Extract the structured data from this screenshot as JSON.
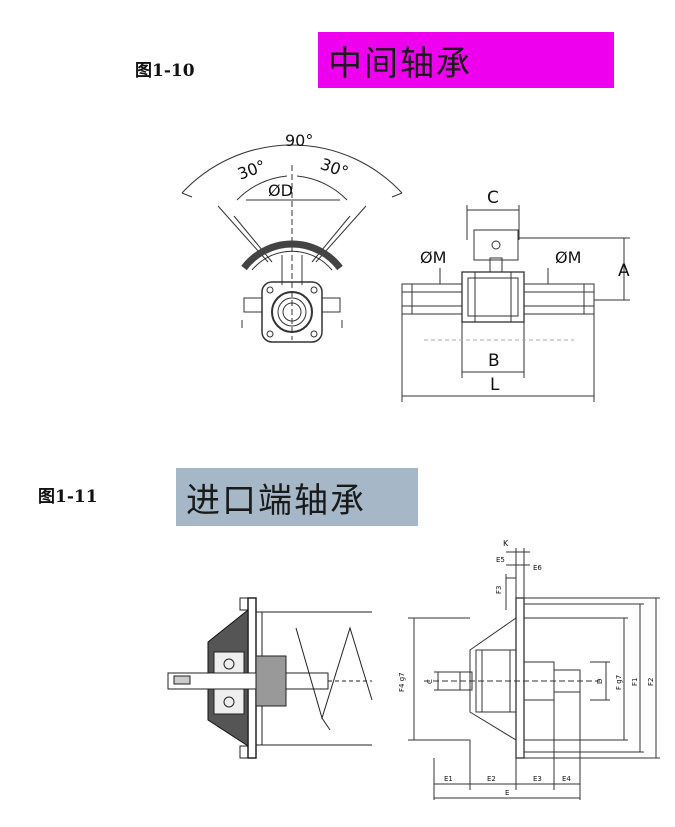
{
  "fig_1_10": {
    "caption": "图1-10",
    "title": "中间轴承",
    "title_bg": "#ee00ee",
    "angle_total": "90°",
    "angle_left": "30°",
    "angle_right": "30°",
    "dim_d": "ØD",
    "dim_c": "C",
    "dim_m_left": "ØM",
    "dim_m_right": "ØM",
    "dim_a": "A",
    "dim_b": "B",
    "dim_l": "L"
  },
  "fig_1_11": {
    "caption": "图1-11",
    "title": "进口端轴承",
    "title_bg": "#a6b8c8",
    "dims": {
      "k": "K",
      "e5": "E5",
      "e6": "E6",
      "f3": "F3",
      "f_left": "F4 g7",
      "c": "C",
      "d": "D",
      "f_g7": "F g7",
      "f1": "F1",
      "f2": "F2",
      "e1": "E1",
      "e2": "E2",
      "e3": "E3",
      "e4": "E4",
      "e": "E"
    }
  }
}
